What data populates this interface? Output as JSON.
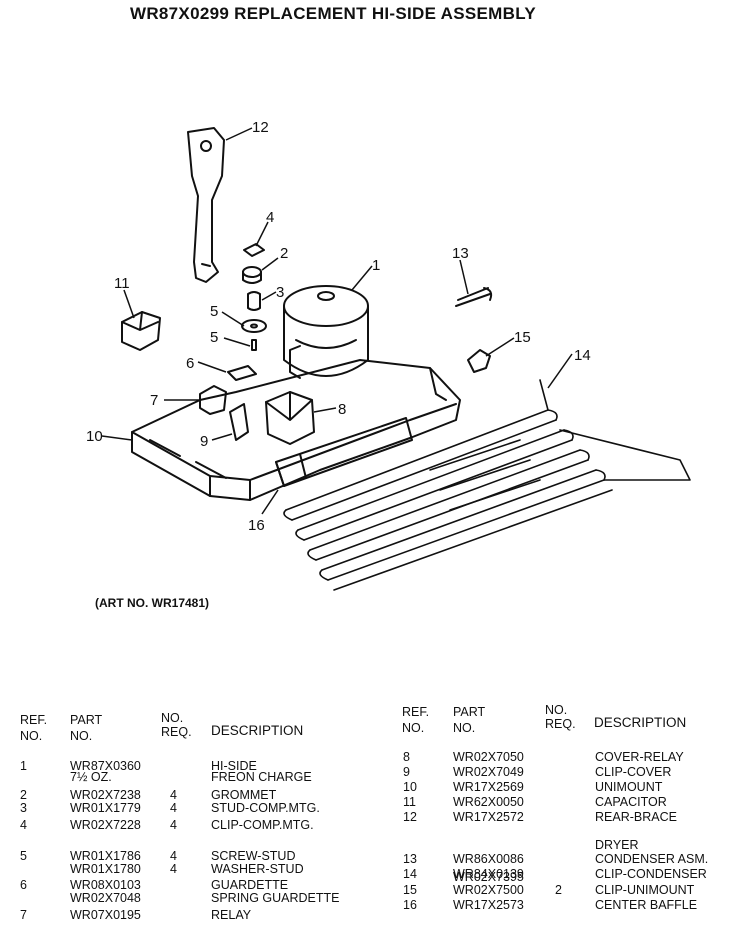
{
  "title": "WR87X0299 REPLACEMENT HI-SIDE ASSEMBLY",
  "art_no": "(ART NO. WR17481)",
  "callouts": [
    "12",
    "4",
    "2",
    "3",
    "1",
    "13",
    "11",
    "5",
    "5",
    "15",
    "14",
    "6",
    "7",
    "8",
    "10",
    "9",
    "16"
  ],
  "headers": {
    "ref": "REF.",
    "no": "NO.",
    "part": "PART",
    "part_no": "NO.",
    "req_top": "NO.",
    "req": "REQ.",
    "desc": "DESCRIPTION"
  },
  "left_rows": [
    {
      "ref": "1",
      "part": "WR87X0360",
      "req": "",
      "desc": "HI-SIDE"
    },
    {
      "ref": "",
      "part": "7½ OZ.",
      "req": "",
      "desc": "FREON CHARGE"
    },
    {
      "ref": "2",
      "part": "WR02X7238",
      "req": "4",
      "desc": "GROMMET"
    },
    {
      "ref": "3",
      "part": "WR01X1779",
      "req": "4",
      "desc": "STUD-COMP.MTG."
    },
    {
      "ref": "4",
      "part": "WR02X7228",
      "req": "4",
      "desc": "CLIP-COMP.MTG."
    },
    {
      "ref": "5",
      "part": "WR01X1786",
      "req": "4",
      "desc": "SCREW-STUD"
    },
    {
      "ref": "",
      "part": "WR01X1780",
      "req": "4",
      "desc": "WASHER-STUD"
    },
    {
      "ref": "6",
      "part": "WR08X0103",
      "req": "",
      "desc": "GUARDETTE"
    },
    {
      "ref": "",
      "part": "WR02X7048",
      "req": "",
      "desc": "SPRING GUARDETTE"
    },
    {
      "ref": "7",
      "part": "WR07X0195",
      "req": "",
      "desc": "RELAY"
    }
  ],
  "right_rows": [
    {
      "ref": "8",
      "part": "WR02X7050",
      "req": "",
      "desc": "COVER-RELAY"
    },
    {
      "ref": "9",
      "part": "WR02X7049",
      "req": "",
      "desc": "CLIP-COVER"
    },
    {
      "ref": "10",
      "part": "WR17X2569",
      "req": "",
      "desc": "UNIMOUNT"
    },
    {
      "ref": "11",
      "part": "WR62X0050",
      "req": "",
      "desc": "CAPACITOR"
    },
    {
      "ref": "12",
      "part": "WR17X2572",
      "req": "",
      "desc": "REAR-BRACE"
    },
    {
      "ref": "",
      "part": "",
      "req": "",
      "desc": "DRYER"
    },
    {
      "ref": "13",
      "part": "WR86X0086",
      "req": "",
      "desc": "CONDENSER ASM."
    },
    {
      "ref": "14",
      "part": "WR84X0139",
      "req": "",
      "desc": "CLIP-CONDENSER"
    },
    {
      "ref": "",
      "part": "WR02X7395",
      "req": "",
      "desc": ""
    },
    {
      "ref": "15",
      "part": "WR02X7500",
      "req": "2",
      "desc": "CLIP-UNIMOUNT"
    },
    {
      "ref": "16",
      "part": "WR17X2573",
      "req": "",
      "desc": "CENTER BAFFLE"
    }
  ]
}
